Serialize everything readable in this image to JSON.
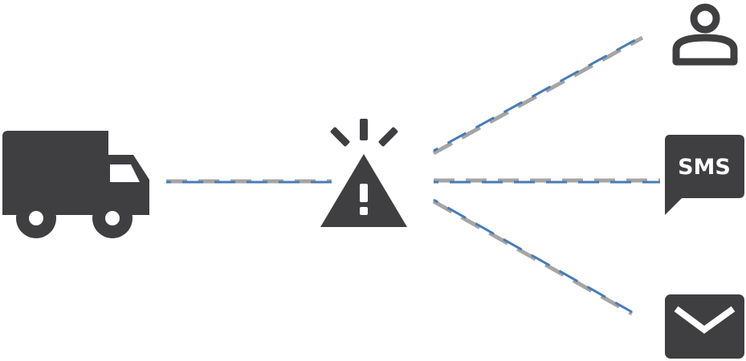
{
  "diagram": {
    "colors": {
      "icon": "#3f3f41",
      "icon_contrast": "#ffffff",
      "dash_blue": "#4a7bb5",
      "dash_gray": "#a5a5a5"
    },
    "nodes": {
      "source": {
        "icon": "truck-icon"
      },
      "alert": {
        "icon": "warning-icon"
      },
      "targets": [
        {
          "icon": "user-icon"
        },
        {
          "icon": "sms-icon",
          "label": "SMS"
        },
        {
          "icon": "mail-icon"
        }
      ]
    },
    "connectors": [
      {
        "from": "source",
        "to": "alert"
      },
      {
        "from": "alert",
        "to": "user"
      },
      {
        "from": "alert",
        "to": "sms"
      },
      {
        "from": "alert",
        "to": "mail"
      }
    ]
  }
}
